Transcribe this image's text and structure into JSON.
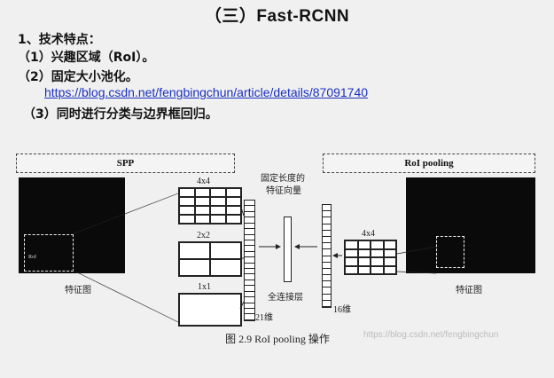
{
  "slide": {
    "title": "（三）Fast-RCNN",
    "heading": "1、技术特点：",
    "point1": "（1）兴趣区域（RoI）。",
    "point2": "（2）固定大小池化。",
    "link": "https://blog.csdn.net/fengbingchun/article/details/87091740",
    "point3": "（3）同时进行分类与边界框回归。"
  },
  "figure": {
    "spp_label": "SPP",
    "roi_label": "RoI pooling",
    "grid_4x4": "4x4",
    "grid_2x2": "2x2",
    "grid_1x1": "1x1",
    "grid_4x4_right": "4x4",
    "fixed_len_vec": "固定长度的",
    "fixed_len_vec2": "特征向量",
    "fc_layer": "全连接层",
    "dim21": "21维",
    "dim16": "16维",
    "feature_map_left": "特征图",
    "feature_map_right": "特征图",
    "roi_small_label": "RoI",
    "caption": "图 2.9  RoI pooling 操作",
    "watermark": "https://blog.csdn.net/fengbingchun"
  }
}
